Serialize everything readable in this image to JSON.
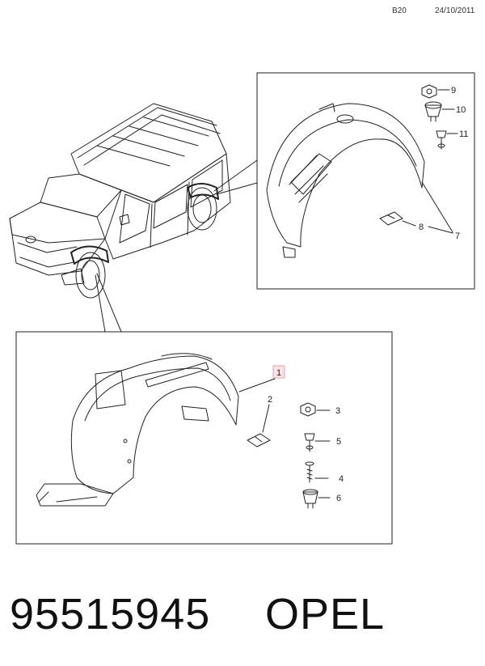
{
  "header": {
    "sheet_code": "B20",
    "date": "24/10/2011"
  },
  "callouts": {
    "c1": "1",
    "c2": "2",
    "c3": "3",
    "c4": "4",
    "c5": "5",
    "c6": "6",
    "c7": "7",
    "c8": "8",
    "c9": "9",
    "c10": "10",
    "c11": "11"
  },
  "footer": {
    "part_number": "95515945",
    "brand": "OPEL"
  },
  "colors": {
    "line": "#222222",
    "highlight_box": "#e8a0a8",
    "background": "#ffffff"
  }
}
